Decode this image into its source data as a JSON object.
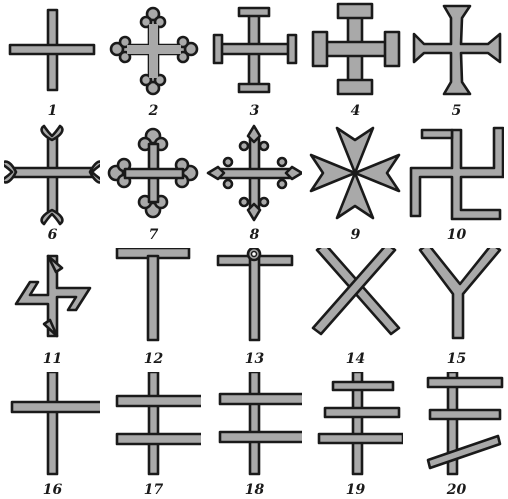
{
  "figures": [
    {
      "num": "1",
      "icon": "greek-cross-icon"
    },
    {
      "num": "2",
      "icon": "cross-bottony-icon"
    },
    {
      "num": "3",
      "icon": "cross-potent-icon"
    },
    {
      "num": "4",
      "icon": "cross-potent-broad-icon"
    },
    {
      "num": "5",
      "icon": "cross-pattee-icon"
    },
    {
      "num": "6",
      "icon": "cross-moline-icon"
    },
    {
      "num": "7",
      "icon": "cross-flory-icon"
    },
    {
      "num": "8",
      "icon": "cross-fleury-icon"
    },
    {
      "num": "9",
      "icon": "maltese-cross-icon"
    },
    {
      "num": "10",
      "icon": "swastika-icon"
    },
    {
      "num": "11",
      "icon": "hooked-cross-icon"
    },
    {
      "num": "12",
      "icon": "tau-cross-icon"
    },
    {
      "num": "13",
      "icon": "ankh-tau-cross-icon"
    },
    {
      "num": "14",
      "icon": "saltire-cross-icon"
    },
    {
      "num": "15",
      "icon": "forked-cross-icon"
    },
    {
      "num": "16",
      "icon": "latin-cross-icon"
    },
    {
      "num": "17",
      "icon": "patriarchal-cross-icon"
    },
    {
      "num": "18",
      "icon": "lorraine-cross-icon"
    },
    {
      "num": "19",
      "icon": "papal-cross-icon"
    },
    {
      "num": "20",
      "icon": "orthodox-cross-icon"
    }
  ]
}
